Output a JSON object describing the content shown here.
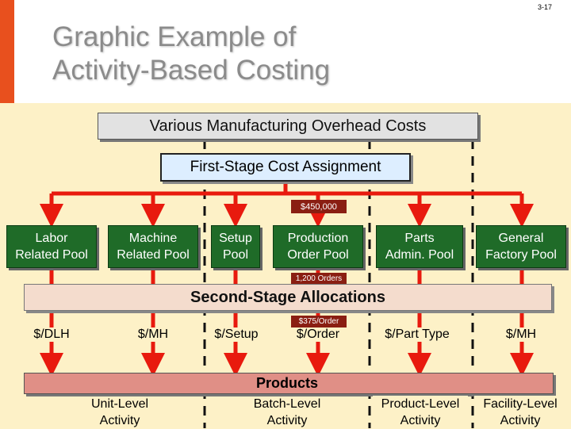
{
  "slide_number": "3-17",
  "title": "Graphic Example of\nActivity-Based Costing",
  "overhead_label": "Various Manufacturing Overhead Costs",
  "first_stage_label": "First-Stage Cost Assignment",
  "first_stage_amount": "$450,000",
  "pools": [
    {
      "label": "Labor\nRelated Pool"
    },
    {
      "label": "Machine\nRelated Pool"
    },
    {
      "label": "Setup\nPool"
    },
    {
      "label": "Production\nOrder Pool"
    },
    {
      "label": "Parts\nAdmin. Pool"
    },
    {
      "label": "General\nFactory Pool"
    }
  ],
  "orders_quantity": "1,200 Orders",
  "second_stage_label": "Second-Stage Allocations",
  "order_rate_tag": "$375/Order",
  "rates": [
    "$/DLH",
    "$/MH",
    "$/Setup",
    "$/Order",
    "$/Part Type",
    "$/MH"
  ],
  "products_label": "Products",
  "activity_levels": [
    "Unit-Level\nActivity",
    "Batch-Level\nActivity",
    "Product-Level\nActivity",
    "Facility-Level\nActivity"
  ],
  "colors": {
    "pool_green": "#1f6b28",
    "arrow_red": "#e81a0e",
    "tag_red": "#8a1e12",
    "background": "#fdf1c7"
  }
}
